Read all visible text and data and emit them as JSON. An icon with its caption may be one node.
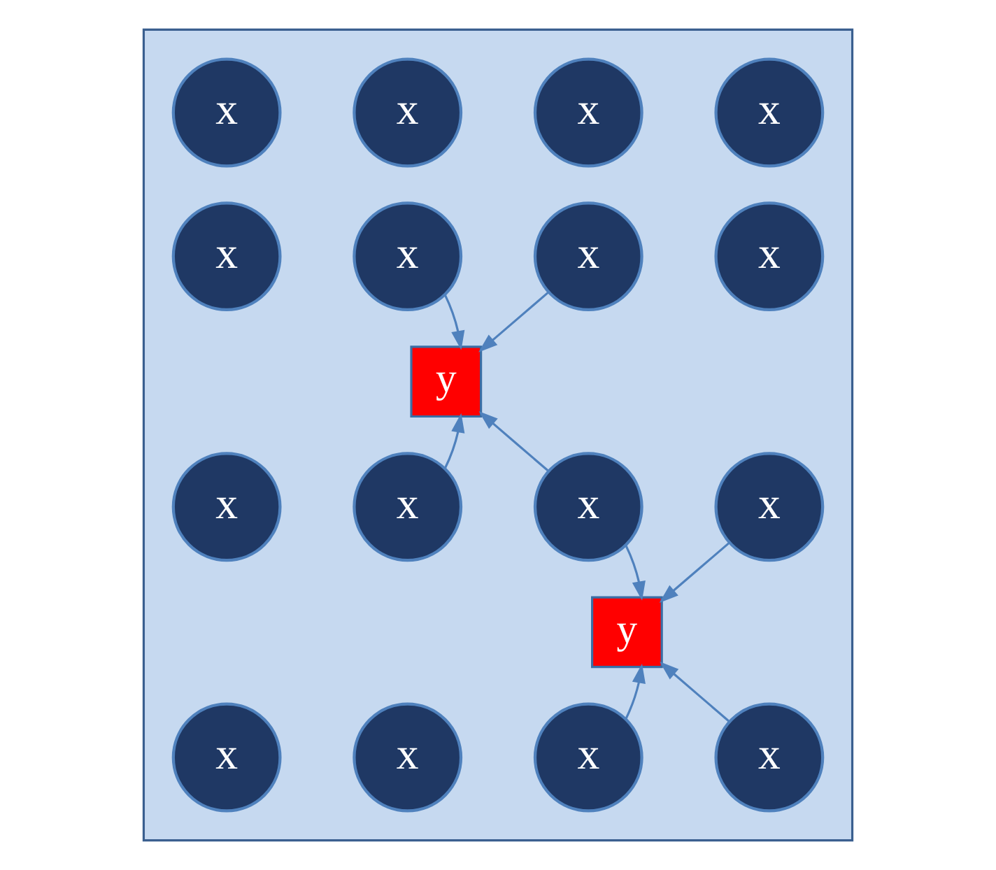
{
  "diagram": {
    "nodes": [
      {
        "text": [],
        "shape": "box"
      },
      {
        "text": [
          "x"
        ],
        "in": 0
      },
      {
        "text": [
          "x"
        ],
        "in": 0
      },
      {
        "text": [
          "x"
        ],
        "in": 0
      },
      {
        "text": [
          "x"
        ],
        "in": 0
      },
      {
        "text": [
          "x"
        ],
        "in": 0
      },
      {
        "text": [
          "x"
        ],
        "in": 0
      },
      {
        "text": [
          "x"
        ],
        "in": 0
      },
      {
        "text": [
          "x"
        ],
        "in": 0
      },
      {
        "text": [
          "y"
        ],
        "in": 0
      },
      {
        "text": [
          "x"
        ],
        "in": 0
      },
      {
        "text": [
          "x"
        ],
        "in": 0
      },
      {
        "text": [
          "x"
        ],
        "in": 0
      },
      {
        "text": [
          "x"
        ],
        "in": 0
      },
      {
        "text": [
          "y"
        ],
        "in": 0
      },
      {
        "text": [
          "x"
        ],
        "in": 0
      },
      {
        "text": [
          "x"
        ],
        "in": 0
      },
      {
        "text": [
          "x"
        ],
        "in": 0
      },
      {
        "text": [
          "x"
        ],
        "in": 0
      }
    ],
    "edges": [
      {
        "from": 6,
        "to": 9,
        "arrow": "to"
      },
      {
        "from": 7,
        "to": 9,
        "arrow": "to"
      },
      {
        "from": 11,
        "to": 9,
        "arrow": "to"
      },
      {
        "from": 12,
        "to": 9,
        "arrow": "to"
      },
      {
        "from": 12,
        "to": 14,
        "arrow": "to"
      },
      {
        "from": 13,
        "to": 14,
        "arrow": "to"
      },
      {
        "from": 17,
        "to": 14,
        "arrow": "to"
      },
      {
        "from": 18,
        "to": 14,
        "arrow": "to"
      }
    ]
  }
}
